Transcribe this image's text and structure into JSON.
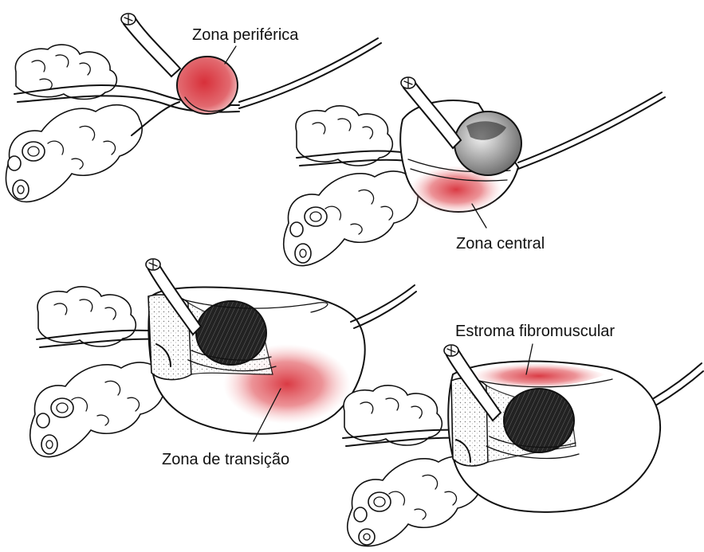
{
  "figure": {
    "labels": {
      "peripheral": "Zona periférica",
      "central": "Zona central",
      "transition": "Zona de transição",
      "fibromuscular": "Estroma fibromuscular"
    },
    "colors": {
      "highlight": "#d8303a",
      "ink": "#111111",
      "stipple": "#cfcfcf"
    }
  }
}
